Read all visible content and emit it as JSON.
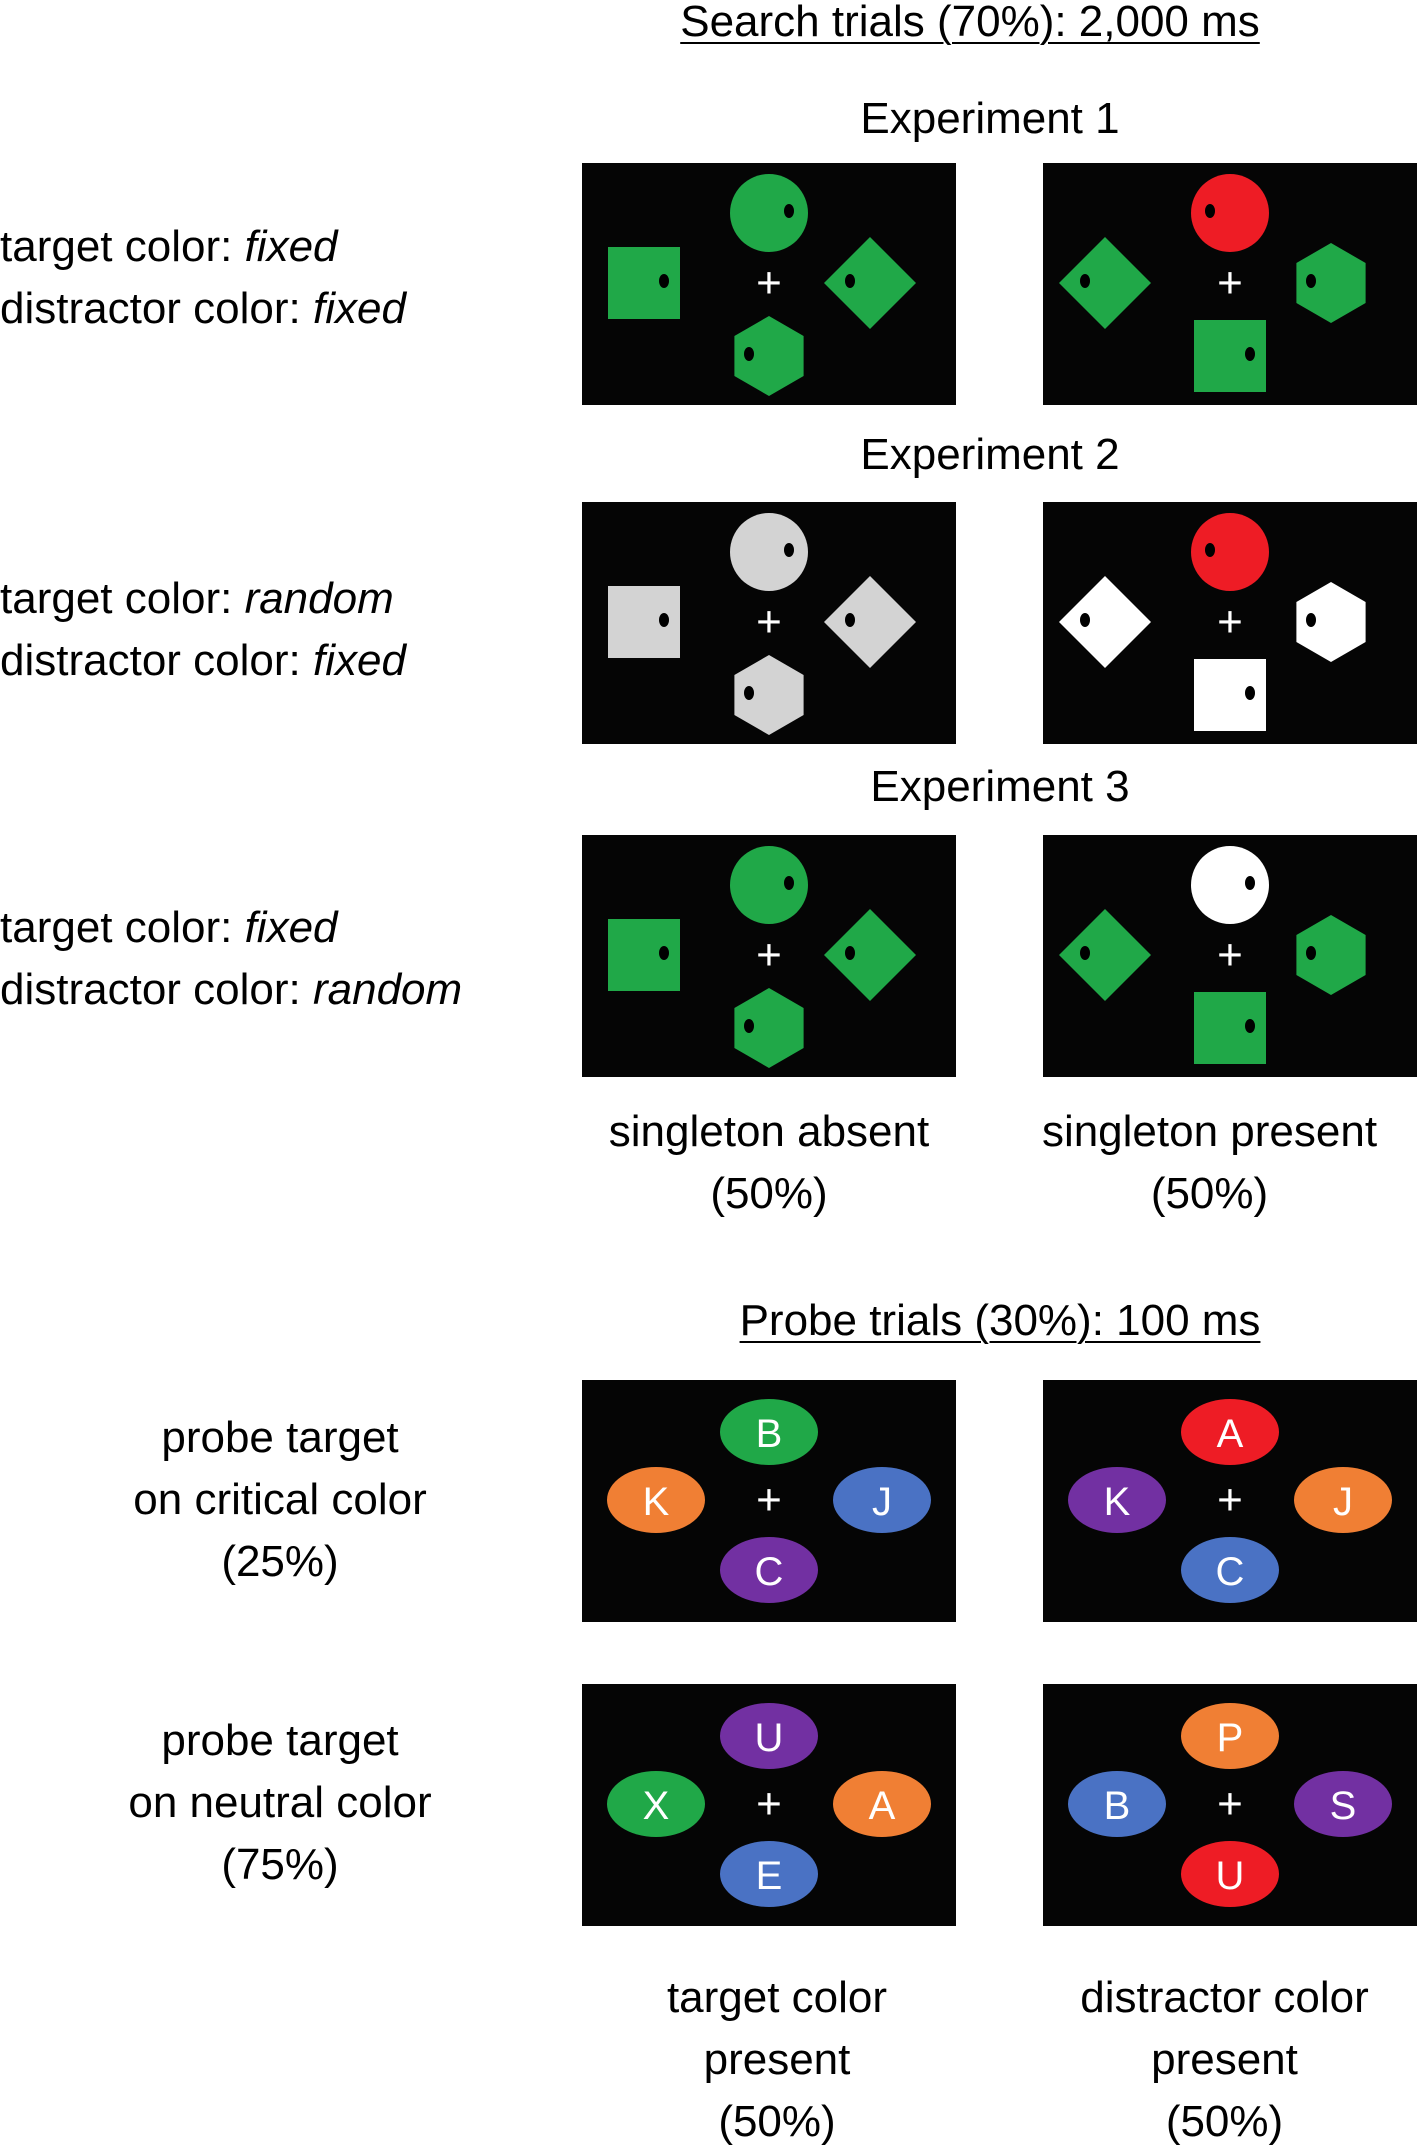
{
  "colors": {
    "green": "#20a848",
    "red": "#ee1c25",
    "gray": "#d3d3d3",
    "white": "#ffffff",
    "orange": "#f07f34",
    "blue": "#4a72c4",
    "purple": "#7230a2",
    "background": "#050505"
  },
  "search": {
    "heading": "Search trials (70%): 2,000 ms",
    "fixation": "+",
    "experiments": [
      {
        "title": "Experiment 1",
        "target_label": "target color: ",
        "target_value": "fixed",
        "distractor_label": "distractor color: ",
        "distractor_value": "fixed",
        "absent_panel": {
          "shapes": [
            {
              "shape": "circle",
              "pos": "top",
              "color": "green",
              "dot": "right"
            },
            {
              "shape": "square",
              "pos": "left",
              "color": "green",
              "dot": "right"
            },
            {
              "shape": "diamond",
              "pos": "right",
              "color": "green",
              "dot": "left"
            },
            {
              "shape": "hexagon",
              "pos": "bottom",
              "color": "green",
              "dot": "left"
            }
          ]
        },
        "present_panel": {
          "shapes": [
            {
              "shape": "circle",
              "pos": "top",
              "color": "red",
              "dot": "left"
            },
            {
              "shape": "diamond",
              "pos": "left",
              "color": "green",
              "dot": "left"
            },
            {
              "shape": "hexagon",
              "pos": "right",
              "color": "green",
              "dot": "left"
            },
            {
              "shape": "square",
              "pos": "bottom",
              "color": "green",
              "dot": "right"
            }
          ]
        }
      },
      {
        "title": "Experiment 2",
        "target_label": "target color: ",
        "target_value": "random",
        "distractor_label": "distractor color: ",
        "distractor_value": "fixed",
        "absent_panel": {
          "shapes": [
            {
              "shape": "circle",
              "pos": "top",
              "color": "gray",
              "dot": "right"
            },
            {
              "shape": "square",
              "pos": "left",
              "color": "gray",
              "dot": "right"
            },
            {
              "shape": "diamond",
              "pos": "right",
              "color": "gray",
              "dot": "left"
            },
            {
              "shape": "hexagon",
              "pos": "bottom",
              "color": "gray",
              "dot": "left"
            }
          ]
        },
        "present_panel": {
          "shapes": [
            {
              "shape": "circle",
              "pos": "top",
              "color": "red",
              "dot": "left"
            },
            {
              "shape": "diamond",
              "pos": "left",
              "color": "white",
              "dot": "left"
            },
            {
              "shape": "hexagon",
              "pos": "right",
              "color": "white",
              "dot": "left"
            },
            {
              "shape": "square",
              "pos": "bottom",
              "color": "white",
              "dot": "right"
            }
          ]
        }
      },
      {
        "title": "Experiment 3",
        "target_label": "target color: ",
        "target_value": "fixed",
        "distractor_label": "distractor color: ",
        "distractor_value": "random",
        "absent_panel": {
          "shapes": [
            {
              "shape": "circle",
              "pos": "top",
              "color": "green",
              "dot": "right"
            },
            {
              "shape": "square",
              "pos": "left",
              "color": "green",
              "dot": "right"
            },
            {
              "shape": "diamond",
              "pos": "right",
              "color": "green",
              "dot": "left"
            },
            {
              "shape": "hexagon",
              "pos": "bottom",
              "color": "green",
              "dot": "left"
            }
          ]
        },
        "present_panel": {
          "shapes": [
            {
              "shape": "circle",
              "pos": "top",
              "color": "white",
              "dot": "right"
            },
            {
              "shape": "diamond",
              "pos": "left",
              "color": "green",
              "dot": "left"
            },
            {
              "shape": "hexagon",
              "pos": "right",
              "color": "green",
              "dot": "left"
            },
            {
              "shape": "square",
              "pos": "bottom",
              "color": "green",
              "dot": "right"
            }
          ]
        }
      }
    ],
    "absent_caption_1": "singleton absent",
    "absent_caption_2": "(50%)",
    "present_caption_1": "singleton present",
    "present_caption_2": "(50%)"
  },
  "probe": {
    "heading": "Probe trials (30%): 100 ms",
    "fixation": "+",
    "rows": [
      {
        "label_1": "probe target",
        "label_2": "on critical color",
        "label_3": "(25%)",
        "panels": [
          {
            "items": [
              {
                "pos": "top",
                "letter": "B",
                "color": "green"
              },
              {
                "pos": "left",
                "letter": "K",
                "color": "orange"
              },
              {
                "pos": "right",
                "letter": "J",
                "color": "blue"
              },
              {
                "pos": "bottom",
                "letter": "C",
                "color": "purple"
              }
            ]
          },
          {
            "items": [
              {
                "pos": "top",
                "letter": "A",
                "color": "red"
              },
              {
                "pos": "left",
                "letter": "K",
                "color": "purple"
              },
              {
                "pos": "right",
                "letter": "J",
                "color": "orange"
              },
              {
                "pos": "bottom",
                "letter": "C",
                "color": "blue"
              }
            ]
          }
        ]
      },
      {
        "label_1": "probe target",
        "label_2": "on neutral color",
        "label_3": "(75%)",
        "panels": [
          {
            "items": [
              {
                "pos": "top",
                "letter": "U",
                "color": "purple"
              },
              {
                "pos": "left",
                "letter": "X",
                "color": "green"
              },
              {
                "pos": "right",
                "letter": "A",
                "color": "orange"
              },
              {
                "pos": "bottom",
                "letter": "E",
                "color": "blue"
              }
            ]
          },
          {
            "items": [
              {
                "pos": "top",
                "letter": "P",
                "color": "orange"
              },
              {
                "pos": "left",
                "letter": "B",
                "color": "blue"
              },
              {
                "pos": "right",
                "letter": "S",
                "color": "purple"
              },
              {
                "pos": "bottom",
                "letter": "U",
                "color": "red"
              }
            ]
          }
        ]
      }
    ],
    "left_caption_1": "target color",
    "left_caption_2": "present",
    "left_caption_3": "(50%)",
    "right_caption_1": "distractor color",
    "right_caption_2": "present",
    "right_caption_3": "(50%)"
  }
}
